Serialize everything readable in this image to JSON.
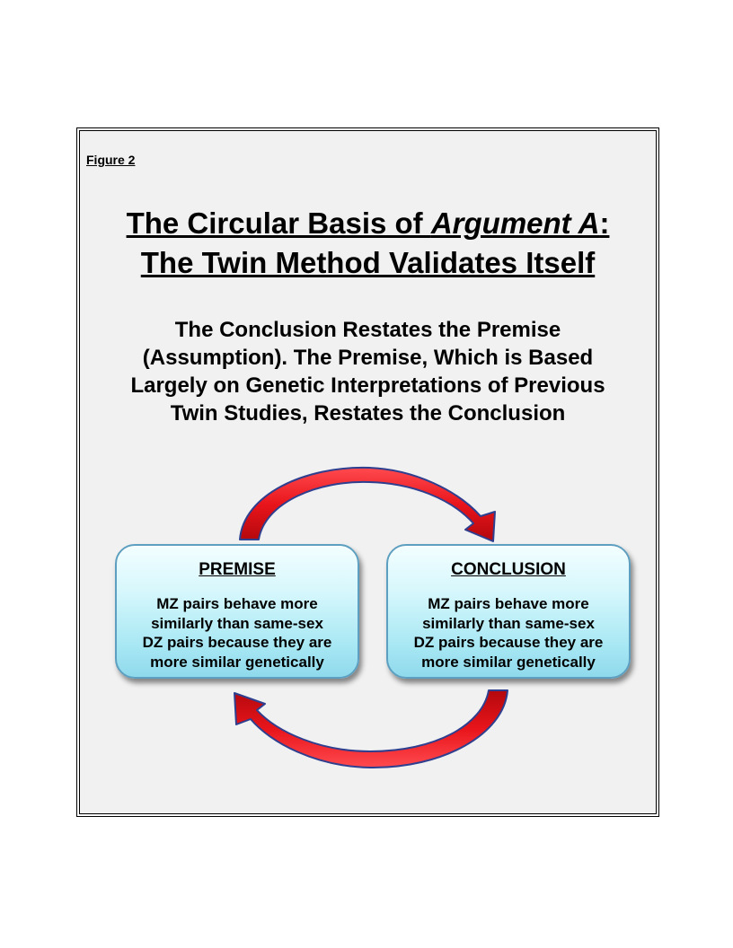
{
  "figure_label": "Figure 2",
  "title": {
    "line1_pre": "The Circular Basis of ",
    "line1_italic": "Argument A",
    "line1_post": ":",
    "line2": "The Twin Method Validates Itself"
  },
  "subtitle": {
    "lines": [
      "The Conclusion Restates the Premise",
      "(Assumption). The Premise, Which is Based",
      "Largely on Genetic Interpretations of Previous",
      "Twin Studies, Restates the Conclusion"
    ]
  },
  "premise": {
    "title": "PREMISE",
    "lines": [
      "MZ pairs behave more",
      "similarly than same-sex",
      "DZ pairs because they are",
      "more similar genetically"
    ]
  },
  "conclusion": {
    "title": "CONCLUSION",
    "lines": [
      "MZ pairs behave more",
      "similarly than same-sex",
      "DZ pairs because they are",
      "more similar genetically"
    ]
  },
  "colors": {
    "arrow_fill": "#e8151b",
    "arrow_outline": "#2f3f8f",
    "box_border": "#5d9fc0",
    "box_fill": "#bfeef8"
  },
  "icons": {
    "top_arrow": "curved-arrow-right",
    "bottom_arrow": "curved-arrow-left"
  }
}
